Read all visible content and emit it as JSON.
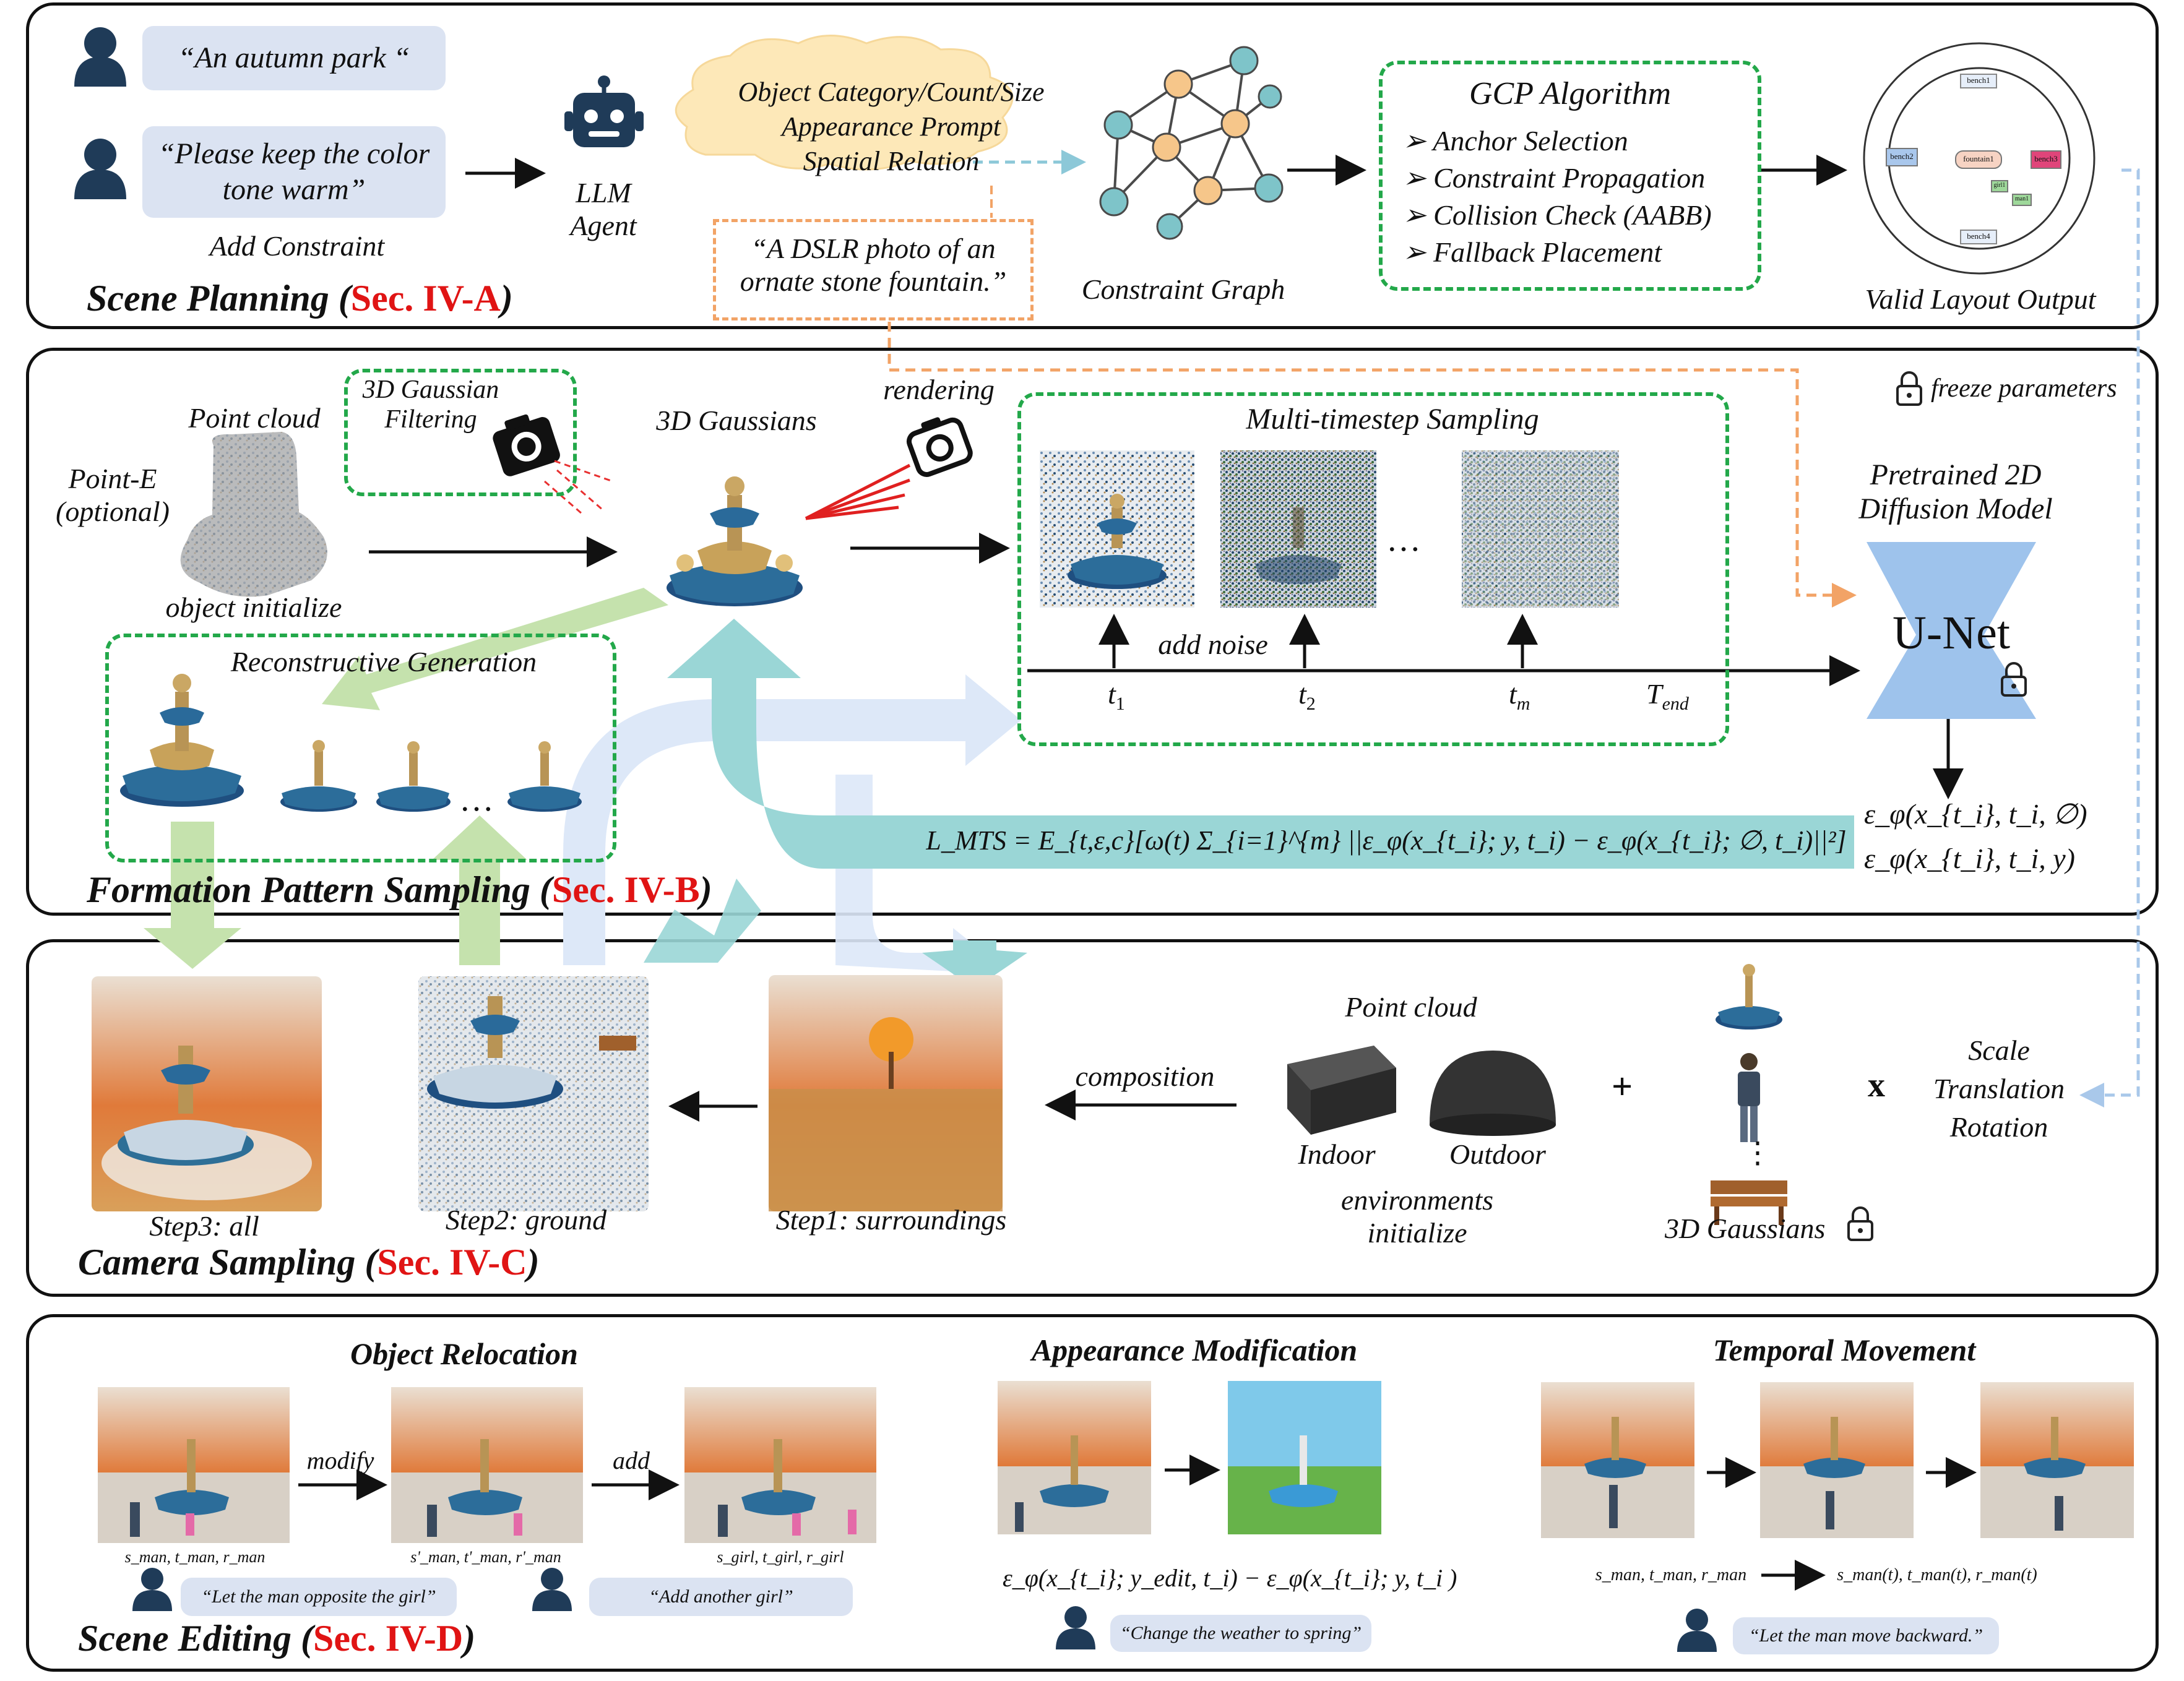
{
  "scene_planning": {
    "prompt1": "“An autumn park “",
    "prompt2": "“Please keep the color tone warm”",
    "add_constraint": "Add Constraint",
    "llm_agent": "LLM Agent",
    "cloud_lines": [
      "Object Category/Count/Size",
      "Appearance Prompt",
      "Spatial Relation"
    ],
    "dslr_prompt": "“A DSLR photo of an ornate stone fountain.”",
    "constraint_graph": "Constraint Graph",
    "gcp_title": "GCP Algorithm",
    "gcp_items": [
      "Anchor Selection",
      "Constraint Propagation",
      "Collision Check (AABB)",
      "Fallback Placement"
    ],
    "valid_layout": "Valid Layout Output",
    "layout_labels": [
      "bench1",
      "bench2",
      "fountain1",
      "bench3",
      "girl1",
      "man1",
      "bench4"
    ],
    "section_title": "Scene Planning",
    "section_ref": "Sec. IV-A"
  },
  "formation": {
    "point_cloud": "Point cloud",
    "point_e": "Point-E (optional)",
    "object_initialize": "object initialize",
    "filtering": "3D Gaussian Filtering",
    "gaussians": "3D Gaussians",
    "rendering": "rendering",
    "multi_timestep": "Multi-timestep Sampling",
    "add_noise": "add noise",
    "t1": "t",
    "t1_sub": "1",
    "t2": "t",
    "t2_sub": "2",
    "tm": "t",
    "tm_sub": "m",
    "tend": "T",
    "tend_sub": "end",
    "ellipsis": "…",
    "freeze": "freeze parameters",
    "pretrained": "Pretrained 2D Diffusion Model",
    "unet": "U-Net",
    "recon": "Reconstructive Generation",
    "recon_ellipsis": "…",
    "loss": "L_MTS = E_{t,ε,c}[ω(t) Σ_{i=1}^{m} ||ε_φ(x_{t_i}; y, t_i) − ε_φ(x_{t_i}; ∅, t_i)||²]",
    "eps1": "ε_φ(x_{t_i}, t_i, ∅)",
    "eps2": "ε_φ(x_{t_i}, t_i, y)",
    "section_title": "Formation Pattern Sampling",
    "section_ref": "Sec. IV-B"
  },
  "camera": {
    "step3": "Step3: all",
    "step2": "Step2: ground",
    "step1": "Step1: surroundings",
    "composition": "composition",
    "point_cloud": "Point cloud",
    "indoor": "Indoor",
    "outdoor": "Outdoor",
    "env_init": "environments initialize",
    "plus": "+",
    "times": "x",
    "vdots": "⋮",
    "gaussians": "3D Gaussians",
    "transforms": [
      "Scale",
      "Translation",
      "Rotation"
    ],
    "section_title": "Camera Sampling",
    "section_ref": "Sec. IV-C"
  },
  "editing": {
    "object_relocation": "Object Relocation",
    "appearance_mod": "Appearance Modification",
    "temporal": "Temporal Movement",
    "modify": "modify",
    "add": "add",
    "params1": "s_man, t_man, r_man",
    "params2": "s'_man, t'_man, r'_man",
    "params3": "s_girl, t_girl, r_girl",
    "bubble1": "“Let the man opposite the girl”",
    "bubble2": "“Add another girl”",
    "appearance_eq": "ε_φ(x_{t_i}; y_edit, t_i) − ε_φ(x_{t_i}; y, t_i )",
    "bubble3": "“Change the weather to spring”",
    "temporal_from": "s_man, t_man, r_man",
    "temporal_to": "s_man(t), t_man(t), r_man(t)",
    "bubble4": "“Let the man move backward.”",
    "section_title": "Scene Editing",
    "section_ref": "Sec. IV-D"
  },
  "colors": {
    "green_dash": "#23a84a",
    "orange_dash": "#f2a366",
    "teal_arrow": "#9ad6d6",
    "light_blue_arrow": "#dde8f8",
    "light_green_arrow": "#c5e2ad",
    "unet_blue": "#9ec3ec",
    "graph_orange": "#f6c68a",
    "graph_teal": "#7ec4c9",
    "bubble_blue": "#dbe3f2",
    "section_red": "#e01414",
    "cloud_yellow": "#fde8b8"
  }
}
